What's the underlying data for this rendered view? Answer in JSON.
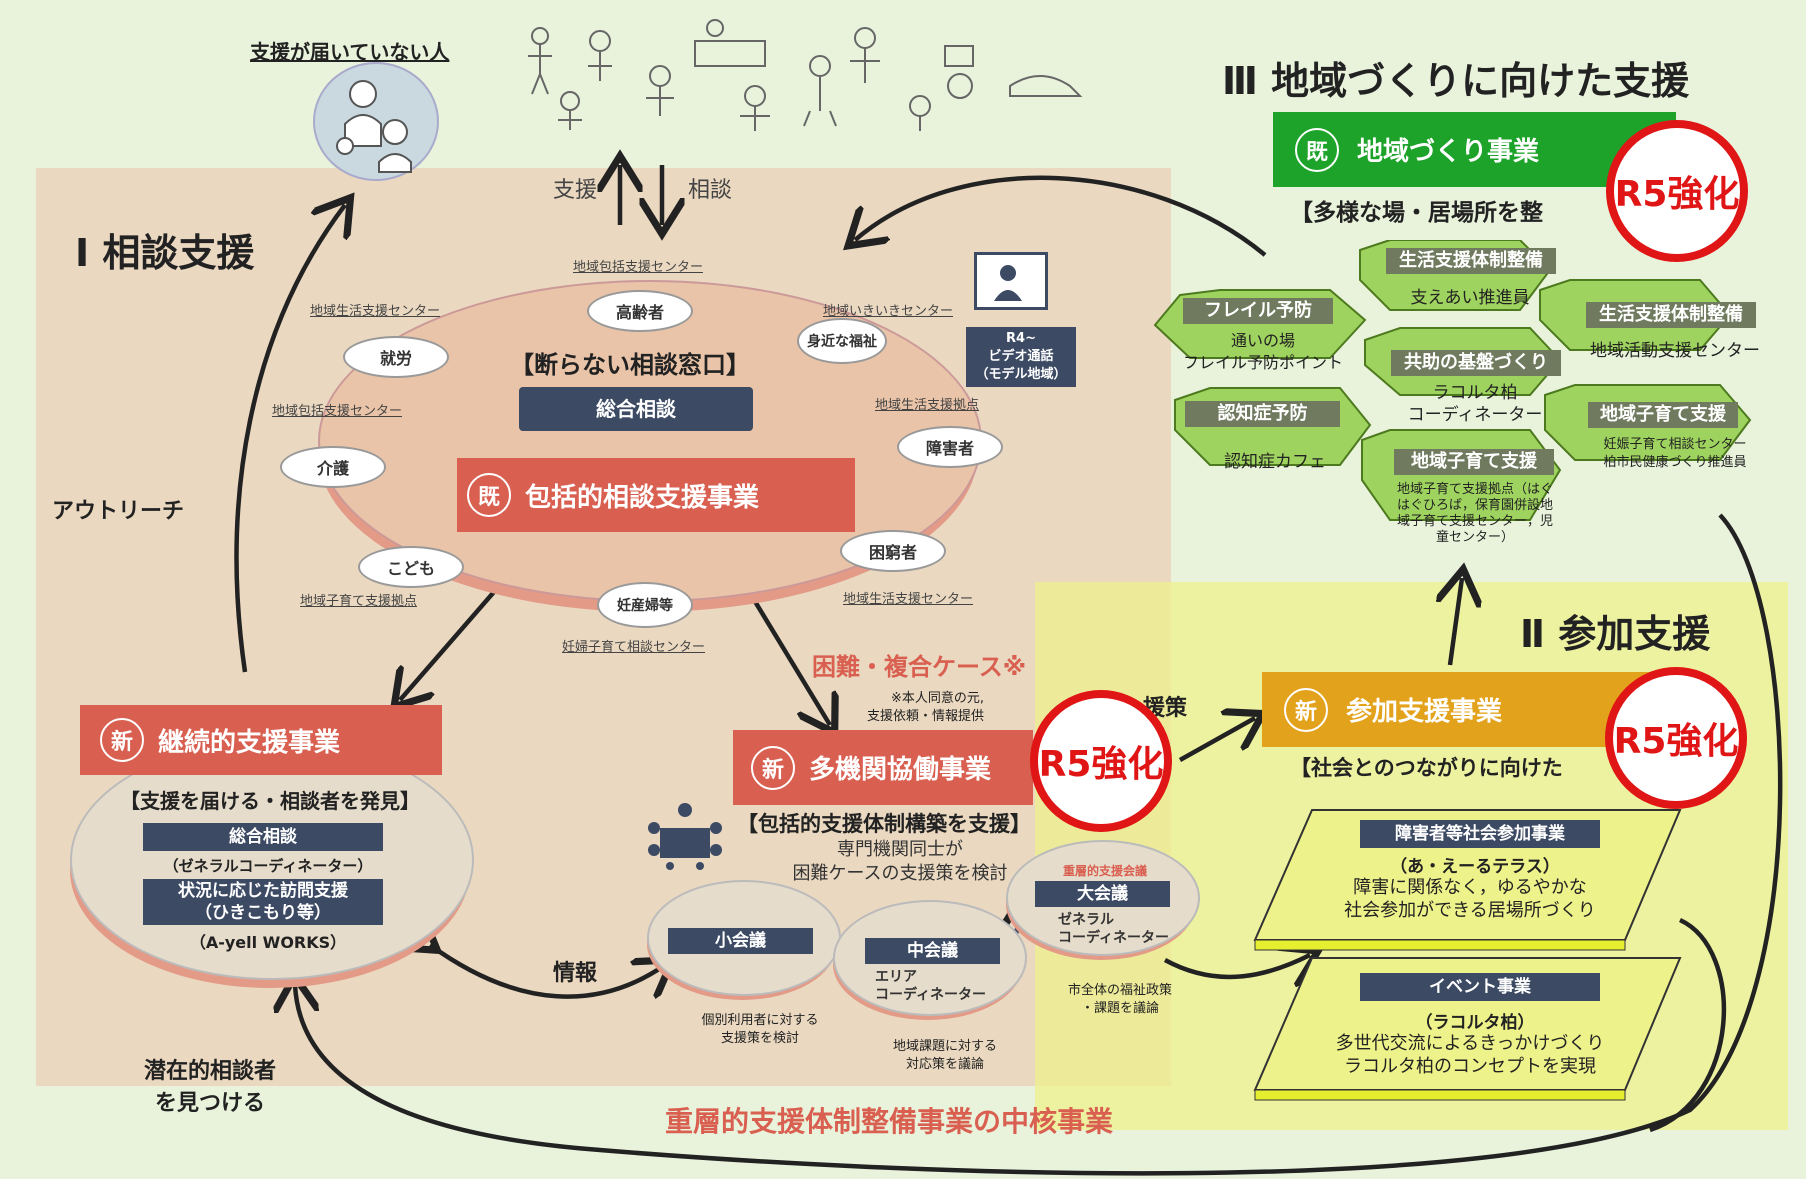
{
  "colors": {
    "accent_red": "#d95f50",
    "navy": "#3c4a64",
    "green": "#1da32a",
    "orange": "#e3a21b",
    "r5_red": "#e01515",
    "hex_green": "#9fd35f"
  },
  "top": {
    "unreached_label": "支援が届いていない人",
    "support": "支援",
    "consult": "相談"
  },
  "sec1": {
    "title": "Ⅰ 相談支援",
    "outreach": "アウトリーチ",
    "find_latent": [
      "潜在的相談者",
      "を見つける"
    ],
    "info": "情報",
    "ring": {
      "title": "【断らない相談窓口】",
      "general": "総合相談",
      "nodes": {
        "elderly": "高齢者",
        "nearby": "身近な福祉",
        "disability": "障害者",
        "needy": "困窮者",
        "pregnant": "妊産婦等",
        "kids": "こども",
        "care": "介護",
        "work": "就労"
      },
      "links": {
        "center_top": "地域包括支援センター",
        "ikiiki": "地域いきいきセンター",
        "life_base": "地域生活支援拠点",
        "life_center_r": "地域生活支援センター",
        "pregnant_center": "妊婦子育て相談センター",
        "child_base": "地域子育て支援拠点",
        "houkatsu_l": "地域包括支援センター",
        "life_center_l": "地域生活支援センター"
      }
    },
    "video": [
      "R4~",
      "ビデオ通話",
      "（モデル地域）"
    ],
    "houkatsu_project": {
      "badge": "既",
      "label": "包括的相談支援事業"
    },
    "continuous": {
      "badge": "新",
      "label": "継続的支援事業",
      "sub": "【支援を届ける・相談者を発見】",
      "general": "総合相談",
      "gc": "（ゼネラルコーディネーター）",
      "visit": [
        "状況に応じた訪問支援",
        "（ひきこもり等）"
      ],
      "ayell": "（A-yell WORKS）"
    },
    "difficult": "困難・複合ケース※",
    "consent_note": [
      "※本人同意の元,",
      "支援依頼・情報提供"
    ],
    "multi": {
      "badge": "新",
      "label": "多機関協働事業",
      "sub": "【包括的支援体制構築を支援】",
      "desc": [
        "専門機関同士が",
        "困難ケースの支援策を検討"
      ]
    },
    "meetings": {
      "small": "小会議",
      "small_note": [
        "個別利用者に対する",
        "支援策を検討"
      ],
      "mid": "中会議",
      "mid_coord": [
        "エリア",
        "コーディネーター"
      ],
      "mid_note": [
        "地域課題に対する",
        "対応策を議論"
      ],
      "big_header": "重層的支援会議",
      "big": "大会議",
      "big_coord": [
        "ゼネラル",
        "コーディネーター"
      ],
      "big_note": [
        "市全体の福祉政策",
        "・課題を議論"
      ]
    },
    "core_title": "重層的支援体制整備事業の中核事業"
  },
  "sec2": {
    "title": "Ⅱ 参加支援",
    "policy": "援策",
    "project": {
      "badge": "新",
      "label": "参加支援事業",
      "sub": "【社会とのつながりに向けた"
    },
    "card1": {
      "header": "障害者等社会参加事業",
      "name": "（あ・えーるテラス）",
      "desc": [
        "障害に関係なく，ゆるやかな",
        "社会参加ができる居場所づくり"
      ]
    },
    "card2": {
      "header": "イベント事業",
      "name": "（ラコルタ柏）",
      "desc": [
        "多世代交流によるきっかけづくり",
        "ラコルタ柏のコンセプトを実現"
      ]
    }
  },
  "sec3": {
    "title": "Ⅲ 地域づくりに向けた支援",
    "project": {
      "badge": "既",
      "label": "地域づくり事業",
      "sub": "【多様な場・居場所を整"
    },
    "hexes": {
      "frail": {
        "label": "フレイル予防",
        "body": [
          "通いの場",
          "フレイル予防ポイント"
        ]
      },
      "life1": {
        "label": "生活支援体制整備",
        "body": [
          "支えあい推進員"
        ]
      },
      "life2": {
        "label": "生活支援体制整備",
        "body": [
          "地域活動支援センター"
        ]
      },
      "dementia": {
        "label": "認知症予防",
        "body": [
          "認知症カフェ"
        ]
      },
      "kyojo": {
        "label": "共助の基盤づくり",
        "body": [
          "ラコルタ柏",
          "コーディネーター"
        ]
      },
      "child_r": {
        "label": "地域子育て支援",
        "body": [
          "妊娠子育て相談センター",
          "柏市民健康づくり推進員"
        ]
      },
      "child_c": {
        "label": "地域子育て支援",
        "body": [
          "地域子育て支援拠点（はぐ",
          "はぐひろば，保育園併設地",
          "域子育て支援センター，児",
          "童センター）"
        ]
      }
    }
  },
  "r5": "R5強化"
}
